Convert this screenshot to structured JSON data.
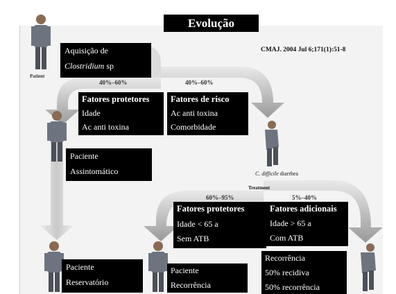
{
  "title": "Evolução",
  "citation": "CMAJ. 2004 Jul 6;171(1):51-8",
  "labels": {
    "patient": "Patient",
    "treatment": "Treatment",
    "cdiff_italic": "C. difficile",
    "cdiff_rest": " diarrhea",
    "pct_left_top": "40%–60%",
    "pct_right_top": "40%–60%",
    "pct_left_bottom": "60%–95%",
    "pct_right_bottom": "5%–40%"
  },
  "acquisition": {
    "line1": "Aquisição de",
    "italic": "Clostridium",
    "rest": " sp"
  },
  "protective_factors_1": {
    "title": "Fatores protetores",
    "items": [
      "Idade",
      "Ac anti toxina"
    ]
  },
  "risk_factors": {
    "title": "Fatores de risco",
    "items": [
      " Ac anti toxina",
      "Comorbidade"
    ]
  },
  "asymptomatic": {
    "line1": "Paciente",
    "line2": "Assintomático"
  },
  "protective_factors_2": {
    "title": "Fatores  protetores",
    "items": [
      "Idade < 65 a",
      "Sem ATB"
    ]
  },
  "additional_factors": {
    "title": "Fatores  adicionais",
    "items": [
      "Idade > 65 a",
      "Com ATB"
    ]
  },
  "reservoir": {
    "line1": "Paciente",
    "line2": "Reservatório"
  },
  "recurrence_patient": {
    "line1": "Paciente",
    "line2": "Recorrência"
  },
  "recurrence_stats": {
    "line1": "Recorrência",
    "line2": "50% recidiva",
    "line3": "50% recorrência"
  },
  "colors": {
    "block": "#000000",
    "arrow_light": "#e2e2e2",
    "arrow_dark": "#8a8a8a",
    "frame_bg": "#f3f3f3"
  }
}
